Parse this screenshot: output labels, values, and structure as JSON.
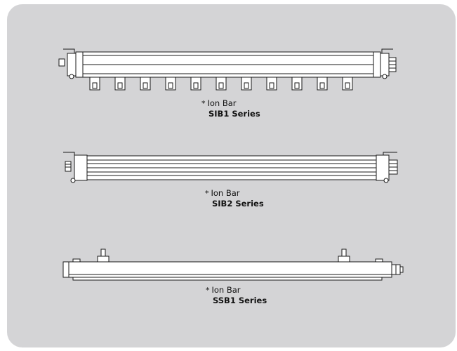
{
  "products": [
    {
      "bullet": "*",
      "label": "Ion Bar",
      "series": "SIB1 Series"
    },
    {
      "bullet": "*",
      "label": "Ion Bar",
      "series": "SIB2 Series"
    },
    {
      "bullet": "*",
      "label": "Ion Bar",
      "series": "SSB1 Series"
    }
  ],
  "colors": {
    "panel": "#d4d4d6",
    "drawing_fill": "#ffffff",
    "stroke": "#1a1a1a"
  }
}
